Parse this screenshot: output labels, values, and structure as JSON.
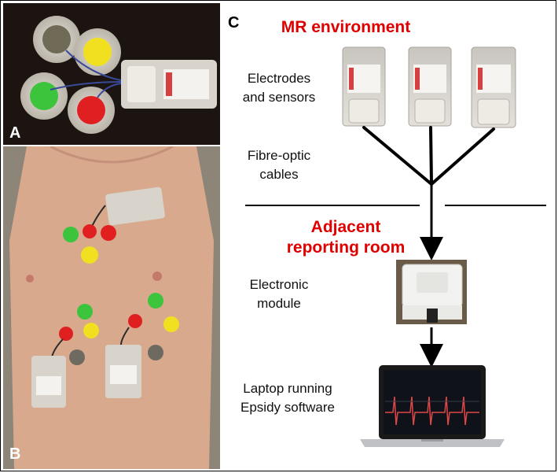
{
  "panels": {
    "a": {
      "letter": "A"
    },
    "b": {
      "letter": "B"
    },
    "c": {
      "letter": "C"
    }
  },
  "diagram": {
    "mr_environment_title": "MR environment",
    "adjacent_room_title_line1": "Adjacent",
    "adjacent_room_title_line2": "reporting room",
    "electrodes_label_line1": "Electrodes",
    "electrodes_label_line2": "and sensors",
    "cables_label_line1": "Fibre-optic",
    "cables_label_line2": "cables",
    "module_label_line1": "Electronic",
    "module_label_line2": "module",
    "laptop_label_line1": "Laptop running",
    "laptop_label_line2": "Epsidy software"
  },
  "colors": {
    "title_red": "#e00000",
    "electrode_yellow": "#f0e020",
    "electrode_green": "#3cc43c",
    "electrode_red": "#e02020",
    "electrode_gray": "#6e6a60",
    "sensor_body": "#d8d4cc",
    "background_dark": "#1b1410",
    "skin": "#d9a98e"
  },
  "icons": [
    "electrode-pad-icon",
    "sensor-unit-icon",
    "electronic-module-icon",
    "laptop-icon",
    "arrow-down-icon"
  ]
}
